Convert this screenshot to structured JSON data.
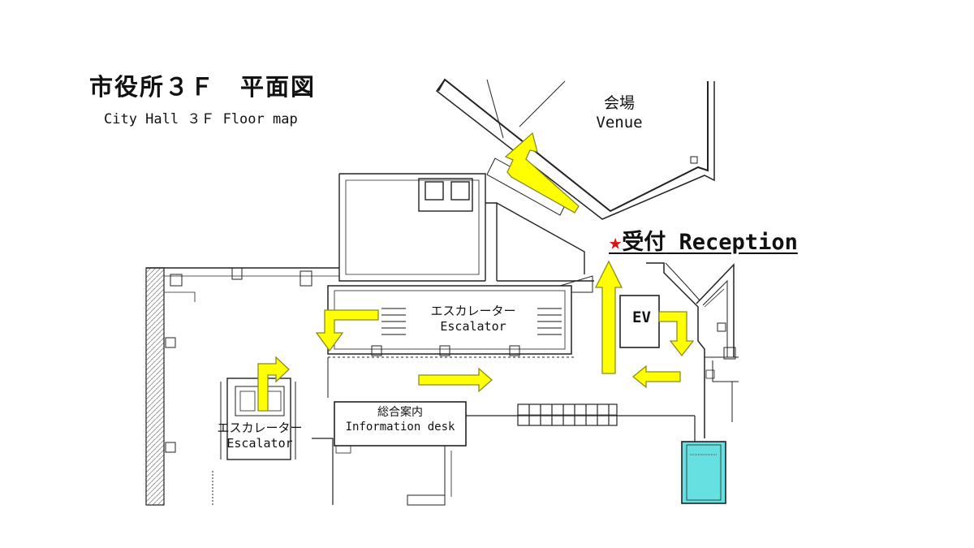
{
  "title": {
    "japanese": "市役所３Ｆ　平面図",
    "english": "City Hall ３Ｆ  Floor map"
  },
  "labels": {
    "venue_jp": "会場",
    "venue_en": "Venue",
    "reception_star": "★",
    "reception_jp": "受付",
    "reception_en": "Reception",
    "escalator_top_jp": "エスカレーター",
    "escalator_top_en": "Escalator",
    "escalator_left_jp": "エスカレーター",
    "escalator_left_en": "Escalator",
    "info_jp": "総合案内",
    "info_en": "Information desk",
    "elevator": "EV"
  },
  "colors": {
    "arrow_fill": "#ffff00",
    "arrow_stroke": "#8a8a20",
    "reception_star": "#e01010",
    "elevator_shaft": "#66e0e0",
    "wall": "#222222"
  }
}
